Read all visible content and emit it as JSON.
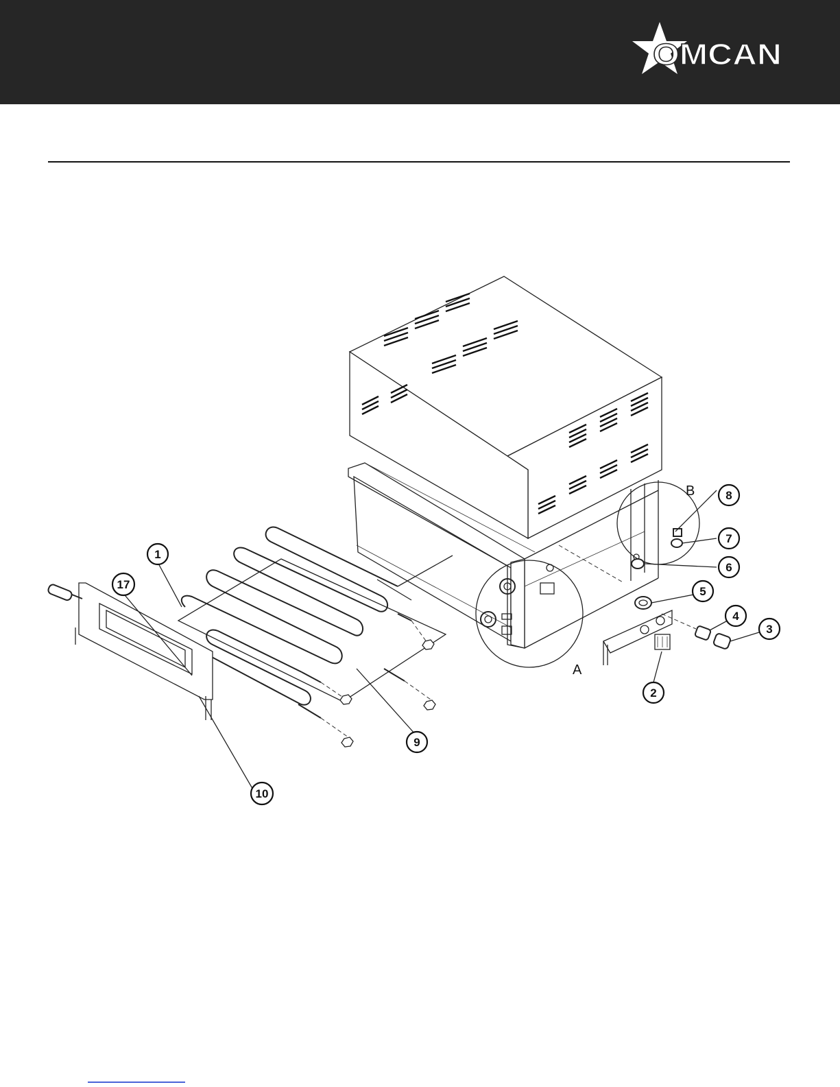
{
  "brand": {
    "name": "OMCAN",
    "colors": {
      "header_bg": "#262626",
      "logo": "#ffffff",
      "link": "#4a63d8"
    }
  },
  "diagram": {
    "zone_labels": [
      "A",
      "B"
    ],
    "callouts": [
      "1",
      "2",
      "3",
      "4",
      "5",
      "6",
      "7",
      "8",
      "9",
      "10",
      "17"
    ]
  }
}
